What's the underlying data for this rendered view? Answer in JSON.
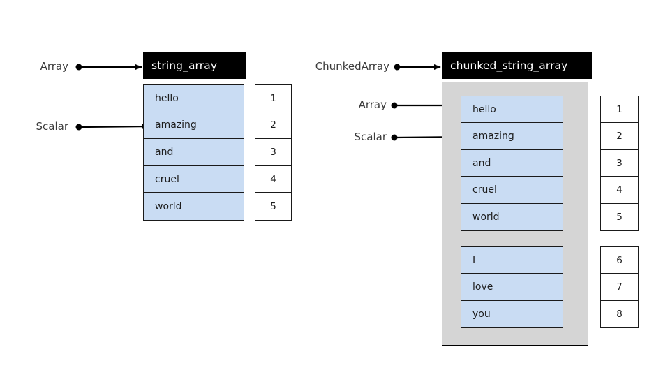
{
  "diagram": {
    "title_hidden": "",
    "colors": {
      "header_bg": "#000000",
      "header_text": "#ffffff",
      "cell_bg": "#c9dcf3",
      "cell_border": "#1a1a1a",
      "chunk_container_bg": "#d5d5d5",
      "index_bg": "#ffffff",
      "label_text": "#3b3b3b",
      "connector": "#000000",
      "page_bg": "#ffffff"
    }
  },
  "left": {
    "header": "string_array",
    "annotations": [
      {
        "label": "Array",
        "target": "header"
      },
      {
        "label": "Scalar",
        "target": "cell-1"
      }
    ],
    "values": [
      "hello",
      "amazing",
      "and",
      "cruel",
      "world"
    ],
    "indices": [
      "1",
      "2",
      "3",
      "4",
      "5"
    ]
  },
  "right": {
    "header": "chunked_string_array",
    "annotations": [
      {
        "label": "ChunkedArray",
        "target": "header"
      },
      {
        "label": "Array",
        "target": "chunk-0"
      },
      {
        "label": "Scalar",
        "target": "chunk-0-cell-1"
      }
    ],
    "chunks": [
      {
        "values": [
          "hello",
          "amazing",
          "and",
          "cruel",
          "world"
        ],
        "indices": [
          "1",
          "2",
          "3",
          "4",
          "5"
        ]
      },
      {
        "values": [
          "I",
          "love",
          "you"
        ],
        "indices": [
          "6",
          "7",
          "8"
        ]
      }
    ]
  }
}
